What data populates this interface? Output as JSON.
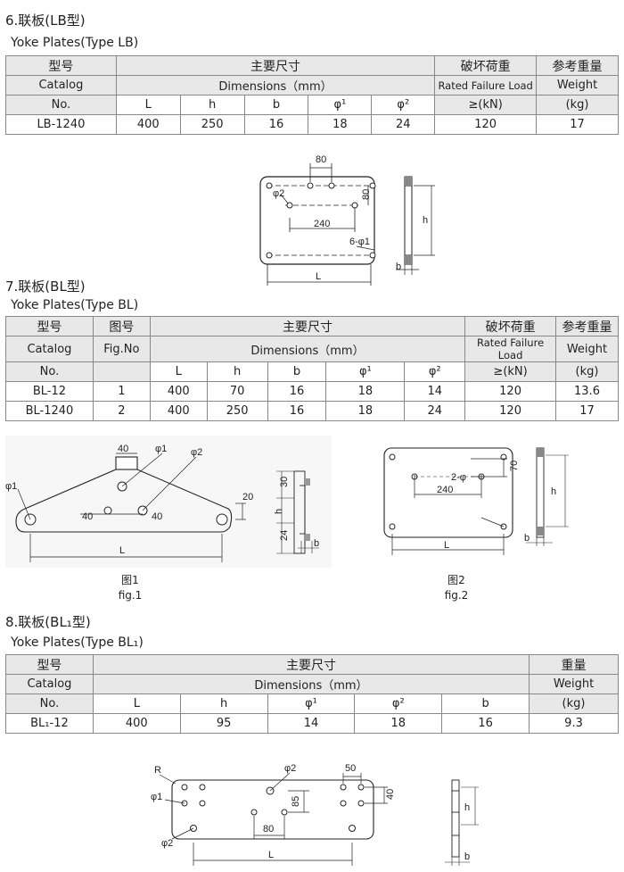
{
  "sec6": {
    "title": "6.联板(LB型)",
    "subtitle": "Yoke Plates(Type LB)",
    "header": {
      "model_cn": "型号",
      "model_en": "Catalog",
      "model_no": "No.",
      "dims_cn": "主要尺寸",
      "dims_en": "Dimensions（mm）",
      "load_cn": "破坏荷重",
      "load_en": "Rated Failure Load",
      "load_unit": "≥(kN)",
      "weight_cn": "参考重量",
      "weight_en": "Weight",
      "weight_unit": "(kg)",
      "cols": [
        "L",
        "h",
        "b",
        "φ¹",
        "φ²"
      ]
    },
    "rows": [
      {
        "no": "LB-1240",
        "L": "400",
        "h": "250",
        "b": "16",
        "p1": "18",
        "p2": "24",
        "load": "120",
        "weight": "17"
      }
    ],
    "drawing": {
      "d80": "80",
      "d80v": "80",
      "d240": "240",
      "phi2": "φ2",
      "holes": "6-φ1",
      "L": "L",
      "h": "h",
      "b": "b"
    }
  },
  "sec7": {
    "title": "7.联板(BL型)",
    "subtitle": "Yoke Plates(Type BL)",
    "header": {
      "model_cn": "型号",
      "model_en": "Catalog",
      "model_no": "No.",
      "fig_cn": "图号",
      "fig_en": "Fig.No",
      "dims_cn": "主要尺寸",
      "dims_en": "Dimensions（mm）",
      "load_cn": "破坏荷重",
      "load_en": "Rated Failure Load",
      "load_unit": "≥(kN)",
      "weight_cn": "参考重量",
      "weight_en": "Weight",
      "weight_unit": "(kg)",
      "cols": [
        "L",
        "h",
        "b",
        "φ¹",
        "φ²"
      ]
    },
    "rows": [
      {
        "no": "BL-12",
        "fig": "1",
        "L": "400",
        "h": "70",
        "b": "16",
        "p1": "18",
        "p2": "14",
        "load": "120",
        "weight": "13.6"
      },
      {
        "no": "BL-1240",
        "fig": "2",
        "L": "400",
        "h": "250",
        "b": "16",
        "p1": "18",
        "p2": "24",
        "load": "120",
        "weight": "17"
      }
    ],
    "fig1": {
      "d40top": "40",
      "phi1a": "φ1",
      "phi2": "φ2",
      "phi1b": "φ1",
      "d40l": "40",
      "d40r": "40",
      "d20": "20",
      "L": "L",
      "d30": "30",
      "h": "h",
      "d24": "24",
      "b": "b",
      "cap_cn": "图1",
      "cap_en": "fig.1"
    },
    "fig2": {
      "d70": "70",
      "holes": "2-φ",
      "d240": "240",
      "L": "L",
      "h": "h",
      "b": "b",
      "cap_cn": "图2",
      "cap_en": "fig.2"
    }
  },
  "sec8": {
    "title": "8.联板(BL₁型)",
    "subtitle": "Yoke Plates(Type BL₁)",
    "header": {
      "model_cn": "型号",
      "model_en": "Catalog",
      "model_no": "No.",
      "dims_cn": "主要尺寸",
      "dims_en": "Dimensions（mm）",
      "weight_cn": "重量",
      "weight_en": "Weight",
      "weight_unit": "(kg)",
      "cols": [
        "L",
        "h",
        "φ¹",
        "φ²",
        "b"
      ]
    },
    "rows": [
      {
        "no": "BL₁-12",
        "L": "400",
        "h": "95",
        "p1": "14",
        "p2": "18",
        "b": "16",
        "weight": "9.3"
      }
    ],
    "drawing": {
      "R": "R",
      "phi1": "φ1",
      "phi2a": "φ2",
      "phi2b": "φ2",
      "d50": "50",
      "d40": "40",
      "d85": "85",
      "d80": "80",
      "L": "L",
      "h": "h",
      "b": "b"
    }
  }
}
